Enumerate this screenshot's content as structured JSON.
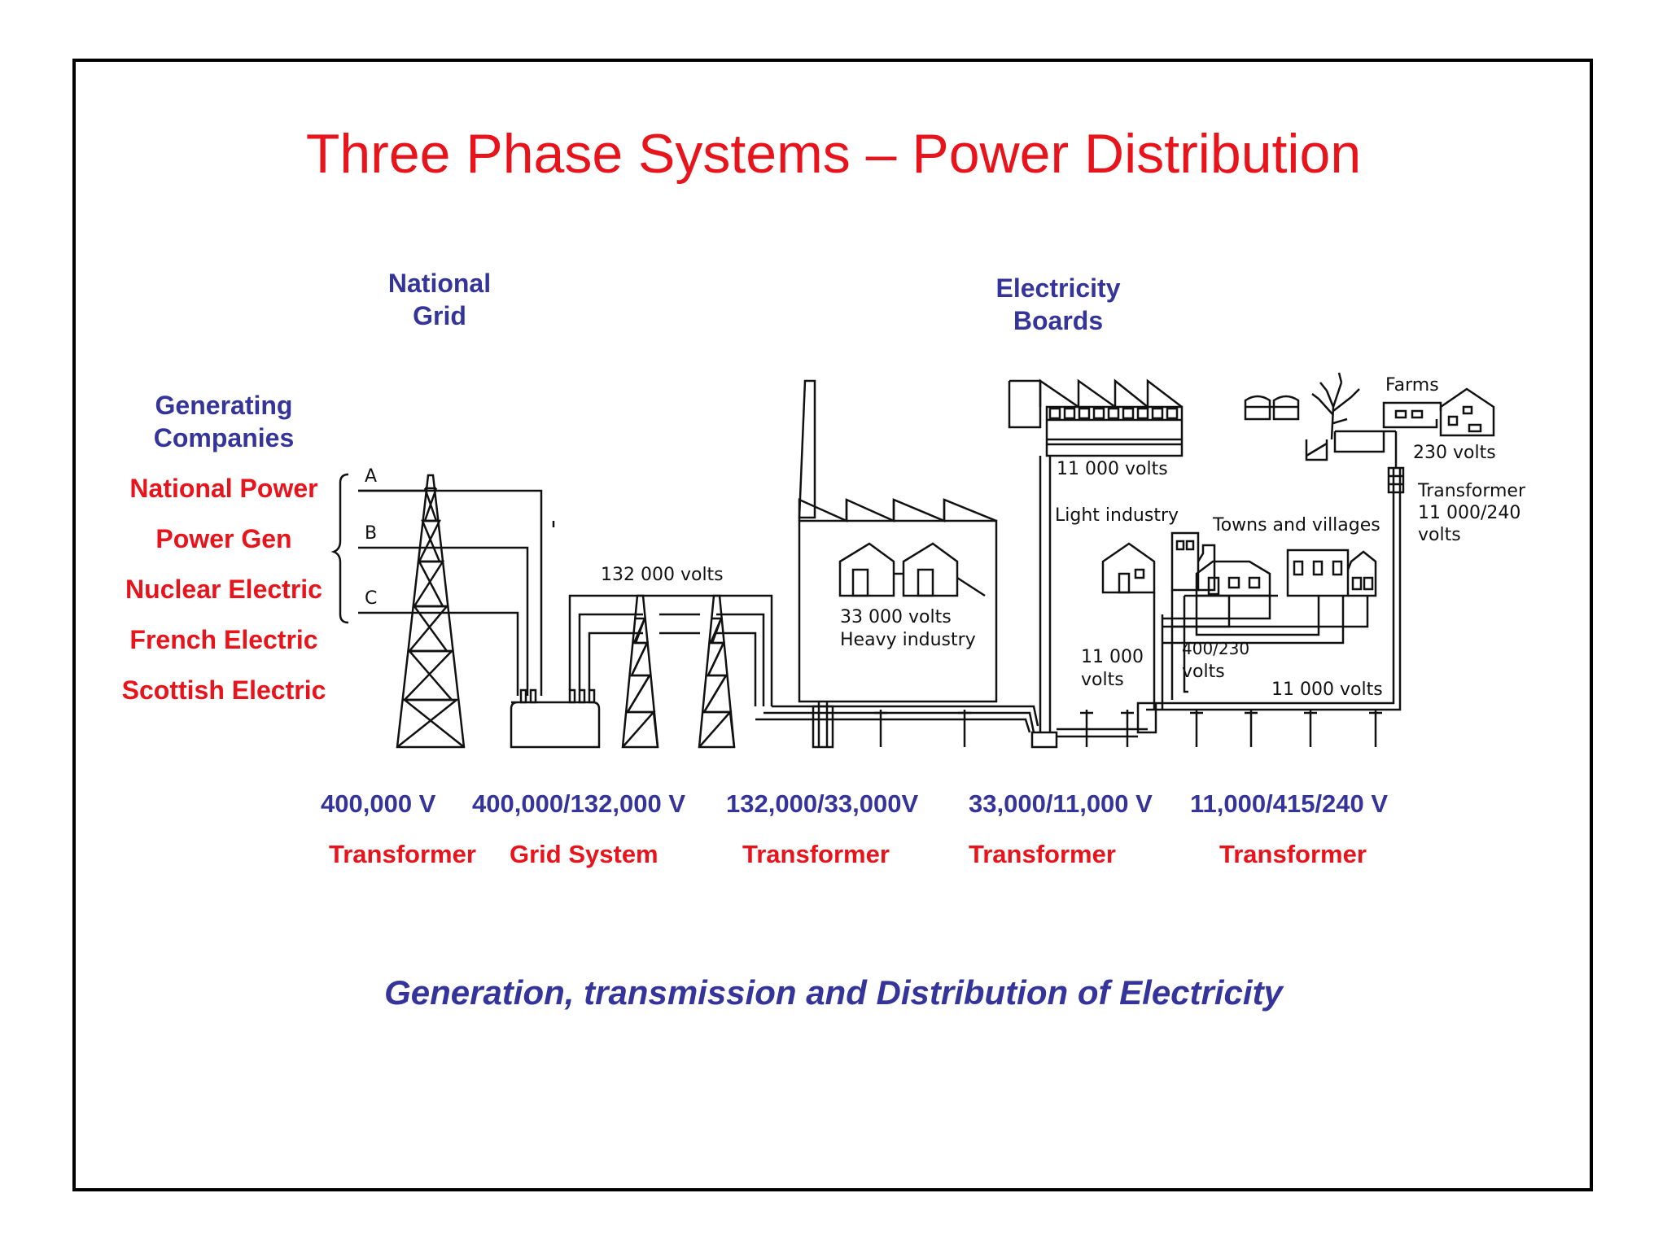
{
  "title": "Three Phase Systems – Power Distribution",
  "headers": {
    "national_grid": [
      "National",
      "Grid"
    ],
    "electricity_boards": [
      "Electricity",
      "Boards"
    ],
    "generating_companies": [
      "Generating",
      "Companies"
    ]
  },
  "companies": [
    "National Power",
    "Power Gen",
    "Nuclear Electric",
    "French Electric",
    "Scottish Electric"
  ],
  "phases": [
    "A",
    "B",
    "C"
  ],
  "diagram_labels": {
    "v132000": "132 000 volts",
    "heavy_industry_v": "33 000 volts",
    "heavy_industry": "Heavy industry",
    "light_industry_v": "11 000 volts",
    "light_industry": "Light industry",
    "towns": "Towns and villages",
    "farms": "Farms",
    "farm_v": "230 volts",
    "transformer": "Transformer",
    "transformer_ratio": "11 000/240",
    "transformer_unit": "volts",
    "v11000_a": "11 000",
    "v11000_a_unit": "volts",
    "v400_230": "400/230",
    "v400_230_unit": "volts",
    "v11000_b": "11 000 volts"
  },
  "stages": [
    {
      "voltage": "400,000 V",
      "name": "Transformer"
    },
    {
      "voltage": "400,000/132,000 V",
      "name": "Grid System"
    },
    {
      "voltage": "132,000/33,000V",
      "name": "Transformer"
    },
    {
      "voltage": "33,000/11,000 V",
      "name": "Transformer"
    },
    {
      "voltage": "11,000/415/240 V",
      "name": "Transformer"
    }
  ],
  "caption": "Generation, transmission and Distribution of Electricity",
  "colors": {
    "red": "#e8141c",
    "blue": "#34349a",
    "line": "#111111"
  }
}
